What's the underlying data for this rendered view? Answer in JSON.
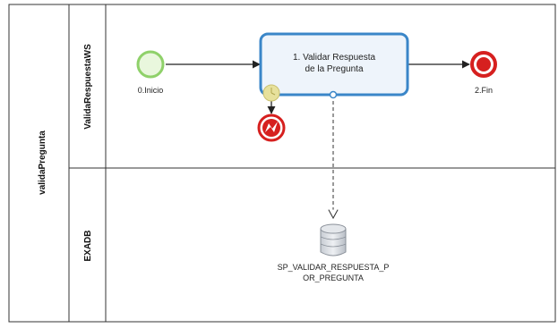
{
  "pool": {
    "name": "validaPregunta"
  },
  "lanes": [
    {
      "name": "ValidaRespuestaWS"
    },
    {
      "name": "EXADB"
    }
  ],
  "nodes": {
    "start": {
      "label": "0.Inicio",
      "type": "start-event",
      "color": "#8fd16a"
    },
    "task": {
      "label_line1": "1. Validar Respuesta",
      "label_line2": "de la Pregunta",
      "type": "task",
      "border": "#3a86c8",
      "fill": "#eef4fb"
    },
    "end": {
      "label": "2.Fin",
      "type": "end-event",
      "color": "#d6201f"
    },
    "error": {
      "type": "error-event",
      "color": "#d6201f"
    },
    "datastore": {
      "label_line1": "SP_VALIDAR_RESPUESTA_P",
      "label_line2": "OR_PREGUNTA",
      "type": "data-store"
    }
  },
  "colors": {
    "lines": "#333333",
    "timer_badge": "#e7e19c"
  }
}
